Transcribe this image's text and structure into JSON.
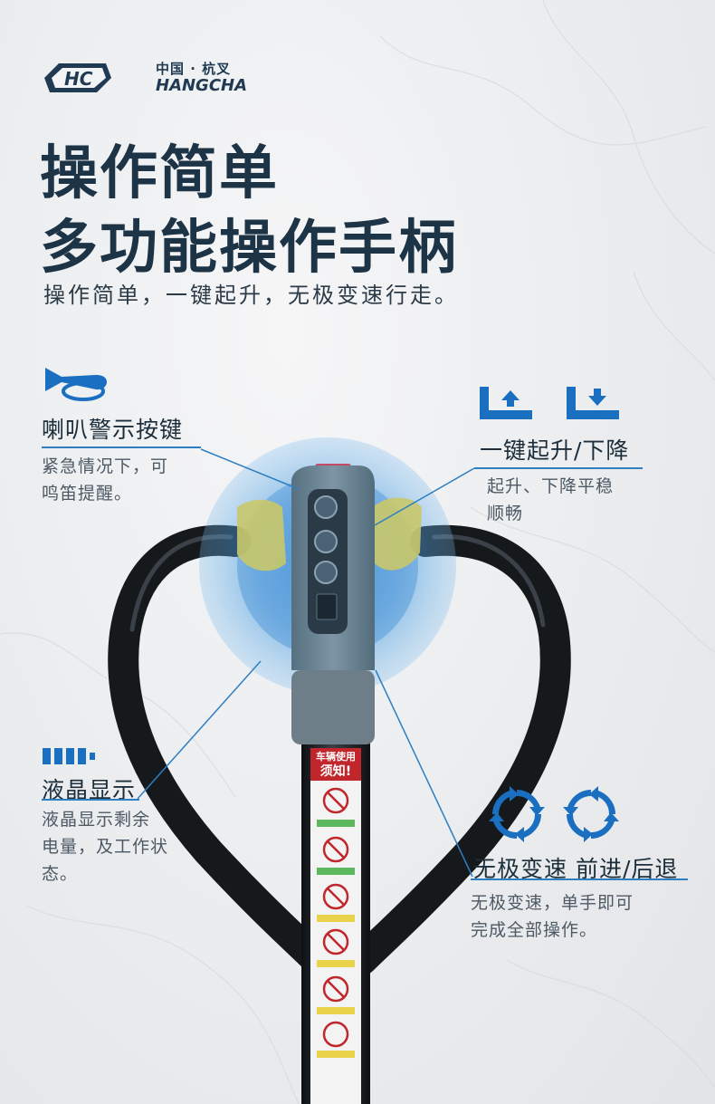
{
  "brand": {
    "cn": "中国 · 杭叉",
    "en": "HANGCHA",
    "mark": "HC"
  },
  "headline": {
    "line1": "操作简单",
    "line2": "多功能操作手柄",
    "subtitle": "操作简单，一键起升，无极变速行走。"
  },
  "features": {
    "horn": {
      "title": "喇叭警示按键",
      "desc_line1": "紧急情况下，可",
      "desc_line2": "鸣笛提醒。",
      "icon": "horn-icon"
    },
    "lift": {
      "title": "一键起升/下降",
      "desc_line1": "起升、下降平稳",
      "desc_line2": "顺畅",
      "icon_up": "lift-up-icon",
      "icon_down": "lift-down-icon"
    },
    "lcd": {
      "title": "液晶显示",
      "desc_line1": "液晶显示剩余",
      "desc_line2": "电量，及工作状",
      "desc_line3": "态。",
      "icon": "battery-level-icon"
    },
    "speed": {
      "title": "无极变速 前进/后退",
      "desc_line1": "无极变速，单手即可",
      "desc_line2": "完成全部操作。",
      "icon_cw": "rotate-cw-icon",
      "icon_ccw": "rotate-ccw-icon"
    }
  },
  "notice_label": {
    "line1": "车辆使用",
    "line2": "须知!"
  },
  "colors": {
    "accent": "#1a6fc1",
    "title": "#1d3346",
    "handle_body": "#6e8799",
    "handle_grip": "#c9c86a",
    "tube": "#1e2226",
    "label_red": "#c0262b"
  }
}
